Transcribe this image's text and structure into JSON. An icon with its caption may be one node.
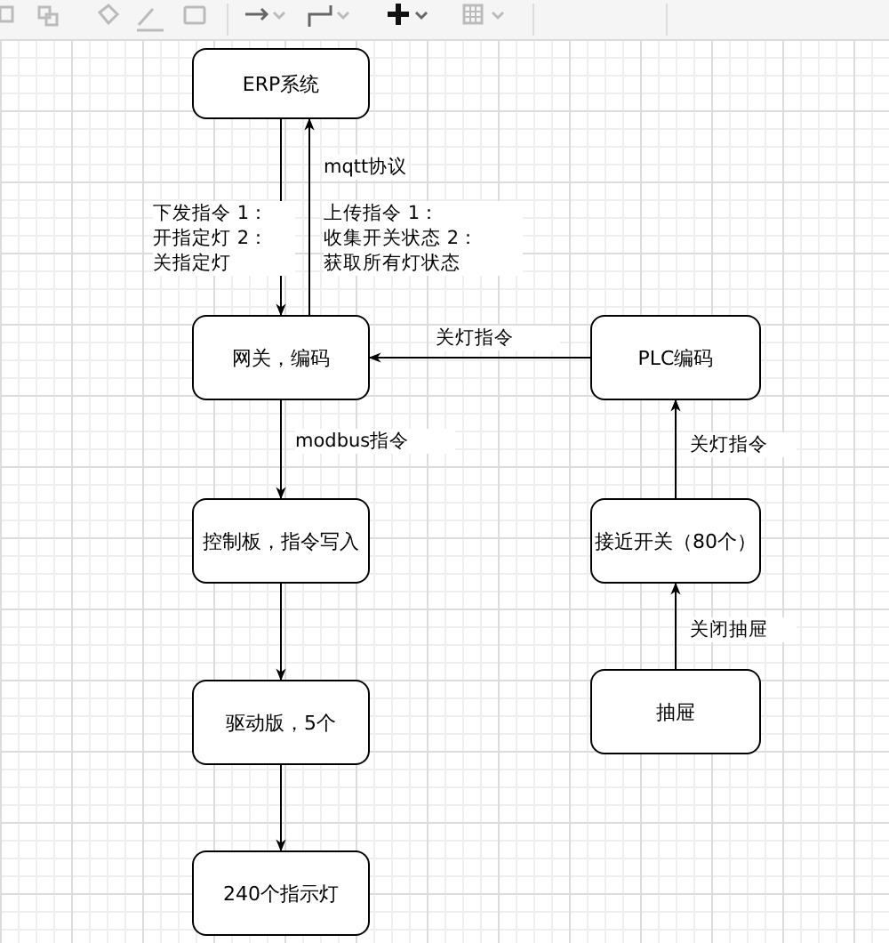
{
  "diagram": {
    "nodes": [
      {
        "text": [
          "ERP系统"
        ]
      },
      {
        "text": [
          "网关，编码"
        ]
      },
      {
        "text": [
          "PLC编码"
        ]
      },
      {
        "text": [
          "控制板，指令写入"
        ]
      },
      {
        "text": [
          "接近开关（80个）"
        ]
      },
      {
        "text": [
          "驱动版，5个"
        ]
      },
      {
        "text": [
          "抽屉"
        ]
      },
      {
        "text": [
          "240个指示灯"
        ]
      }
    ],
    "edges": [
      {
        "from": 0,
        "to": 1,
        "arrow": "to",
        "label": "下发指令 1：开指定灯 2：关指定灯"
      },
      {
        "from": 1,
        "to": 0,
        "arrow": "to",
        "label": "上传指令 1：收集开关状态 2：获取所有灯状态"
      },
      {
        "from": 2,
        "to": 1,
        "arrow": "to",
        "label": "关灯指令"
      },
      {
        "from": 1,
        "to": 3,
        "arrow": "to",
        "label": "modbus指令"
      },
      {
        "from": 3,
        "to": 5,
        "arrow": "to"
      },
      {
        "from": 5,
        "to": 7,
        "arrow": "to"
      },
      {
        "from": 4,
        "to": 2,
        "arrow": "to",
        "label": "关灯指令"
      },
      {
        "from": 6,
        "to": 4,
        "arrow": "to",
        "label": "关闭抽屉"
      }
    ],
    "labels": [
      "mqtt协议"
    ]
  }
}
